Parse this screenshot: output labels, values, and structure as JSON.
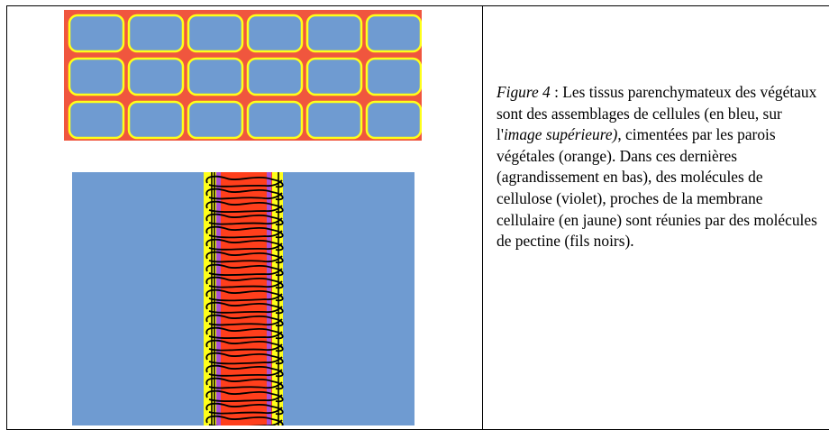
{
  "caption": {
    "figure_label": "Figure 4",
    "text_part1": " : Les tissus parenchymateux des végétaux sont des assemblages de cellules (en bleu, sur l'",
    "italic_part": "image supérieure)",
    "text_part2": ", cimentées par les parois végétales (orange). Dans ces dernières (agrandissement en bas), des molécules de cellulose (violet), proches de la membrane cellulaire (en jaune) sont réunies par des molécules de pectine (fils noirs)."
  },
  "colors": {
    "cell_blue": "#6f9bd1",
    "wall_orange": "#f0563e",
    "wall_red_orange": "#ff3f1c",
    "membrane_yellow": "#ffff1a",
    "cellulose_violet": "#a94fd4",
    "pectin_black": "#000000"
  },
  "grid": {
    "rows": 3,
    "cols": 6
  }
}
